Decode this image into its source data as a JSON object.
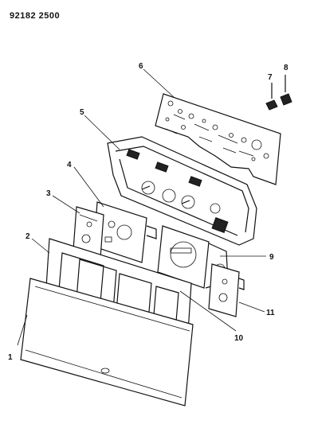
{
  "header": {
    "ref": "92182 2500"
  },
  "callouts": {
    "c1": "1",
    "c2": "2",
    "c3": "3",
    "c4": "4",
    "c5": "5",
    "c6": "6",
    "c7": "7",
    "c8": "8",
    "c9": "9",
    "c10": "10",
    "c11": "11"
  }
}
